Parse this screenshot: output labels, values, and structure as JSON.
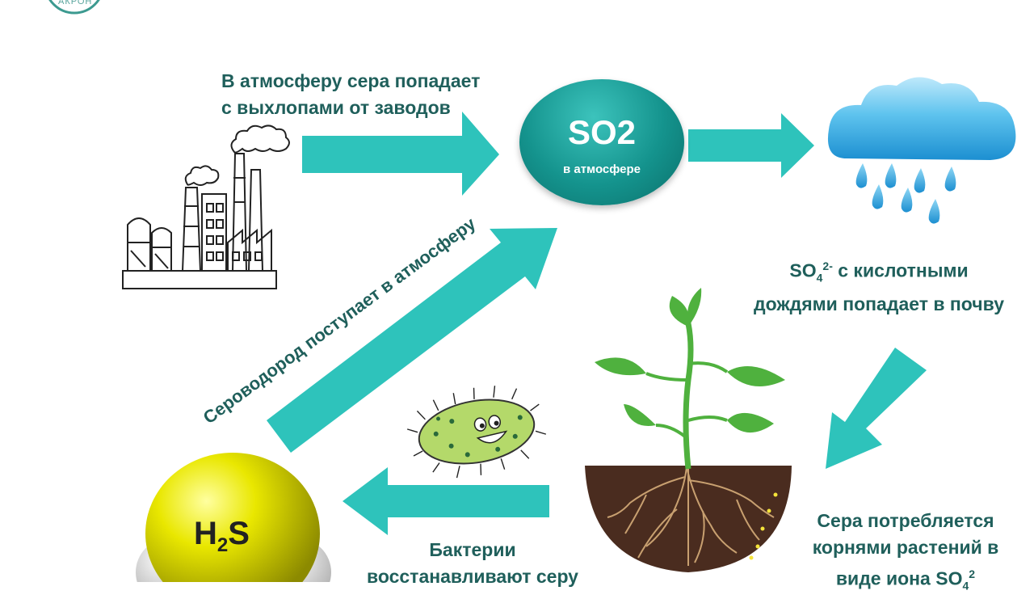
{
  "logo": {
    "text": "АКРОН"
  },
  "so2_node": {
    "formula": "SO2",
    "caption": "в атмосфере"
  },
  "labels": {
    "factory_to_air": [
      "В атмосферу сера попадает",
      "с выхлопами от заводов"
    ],
    "rain_to_soil": {
      "ion": "SO",
      "ion_sub": "4",
      "ion_sup": "2-",
      "line1_rest": " с кислотными",
      "line2": "дождями попадает в почву"
    },
    "roots": {
      "line1": "Сера потребляется",
      "line2": "корнями растений в",
      "line3_text": "виде иона SO",
      "line3_sub": "4",
      "line3_sup": "2"
    },
    "bacteria": [
      "Бактерии",
      "восстанавливают серу"
    ],
    "h2s_up": "Сероводород поступает в атмосферу"
  },
  "h2s_node": {
    "h": "H",
    "sub": "2",
    "s": "S"
  },
  "colors": {
    "arrow": "#2ec3bb",
    "text": "#1f5f5b",
    "so2": "#0e8b86",
    "cloud": "#36a8e0",
    "leaf": "#4fb13e",
    "soil": "#4a2c1f"
  }
}
